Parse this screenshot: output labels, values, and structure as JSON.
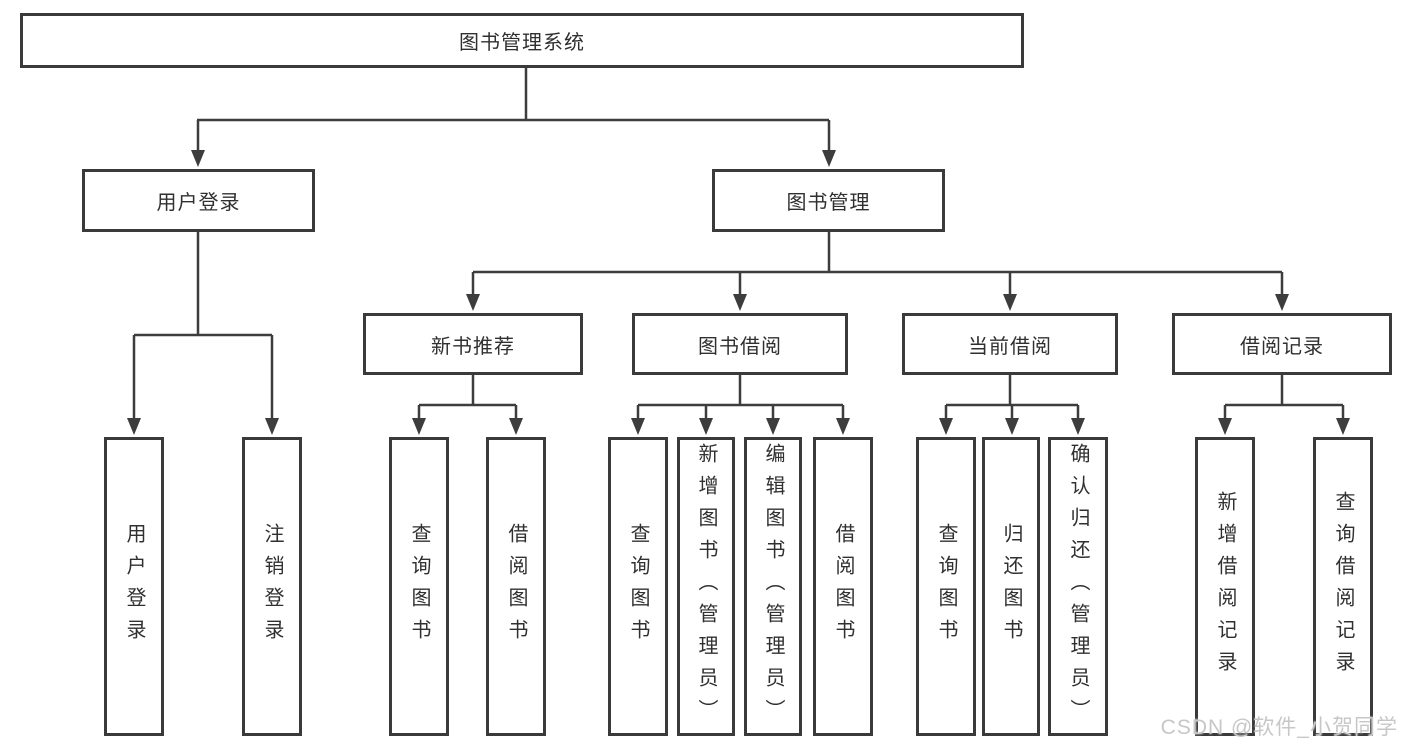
{
  "diagram": {
    "root": {
      "label": "图书管理系统"
    },
    "level2": [
      {
        "label": "用户登录"
      },
      {
        "label": "图书管理"
      }
    ],
    "level3": [
      {
        "label": "新书推荐"
      },
      {
        "label": "图书借阅"
      },
      {
        "label": "当前借阅"
      },
      {
        "label": "借阅记录"
      }
    ],
    "leaves": {
      "user_login": [
        {
          "label": "用户登录"
        },
        {
          "label": "注销登录"
        }
      ],
      "new_book": [
        {
          "label": "查询图书"
        },
        {
          "label": "借阅图书"
        }
      ],
      "book_borrow": [
        {
          "label": "查询图书"
        },
        {
          "label": "新增图书（管理员）"
        },
        {
          "label": "编辑图书（管理员）"
        },
        {
          "label": "借阅图书"
        }
      ],
      "current_borrow": [
        {
          "label": "查询图书"
        },
        {
          "label": "归还图书"
        },
        {
          "label": "确认归还（管理员）"
        }
      ],
      "borrow_record": [
        {
          "label": "新增借阅记录"
        },
        {
          "label": "查询借阅记录"
        }
      ]
    },
    "colors": {
      "line": "#3d3d3d",
      "box_border": "#3a3a3a",
      "box_background": "#ffffff",
      "text": "#303030",
      "watermark": "#c7c7c7"
    }
  },
  "watermark": {
    "text": "CSDN @软件_小贺同学"
  }
}
